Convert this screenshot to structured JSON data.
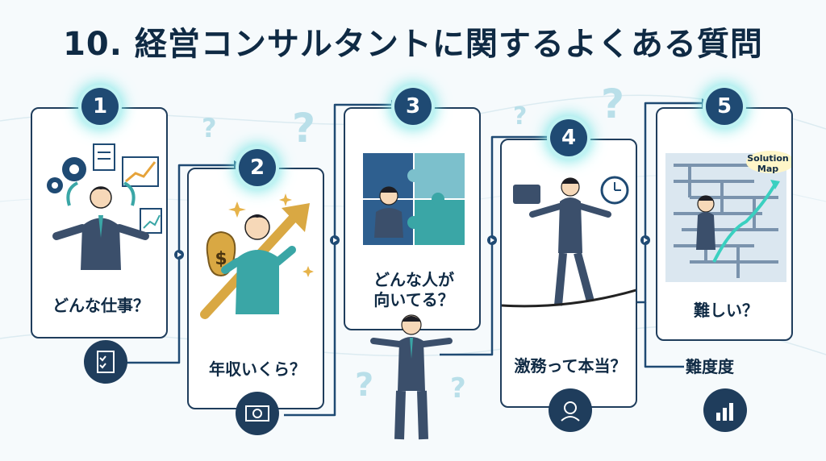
{
  "title": "10. 経営コンサルタントに関するよくある質問",
  "steps": [
    {
      "number": "1",
      "label": "どんな仕事？"
    },
    {
      "number": "2",
      "label": "年収いくら？"
    },
    {
      "number": "3",
      "label": "どんな人が\n向いてる？"
    },
    {
      "number": "4",
      "label": "激務って本当？"
    },
    {
      "number": "5",
      "label": "難しい？"
    }
  ],
  "extra_label": "難度度",
  "solution_map": "Solution\nMap",
  "money_symbol": "$",
  "question_mark": "?",
  "icons": [
    "checklist-icon",
    "money-icon",
    "stress-icon",
    "growth-chart-icon"
  ]
}
